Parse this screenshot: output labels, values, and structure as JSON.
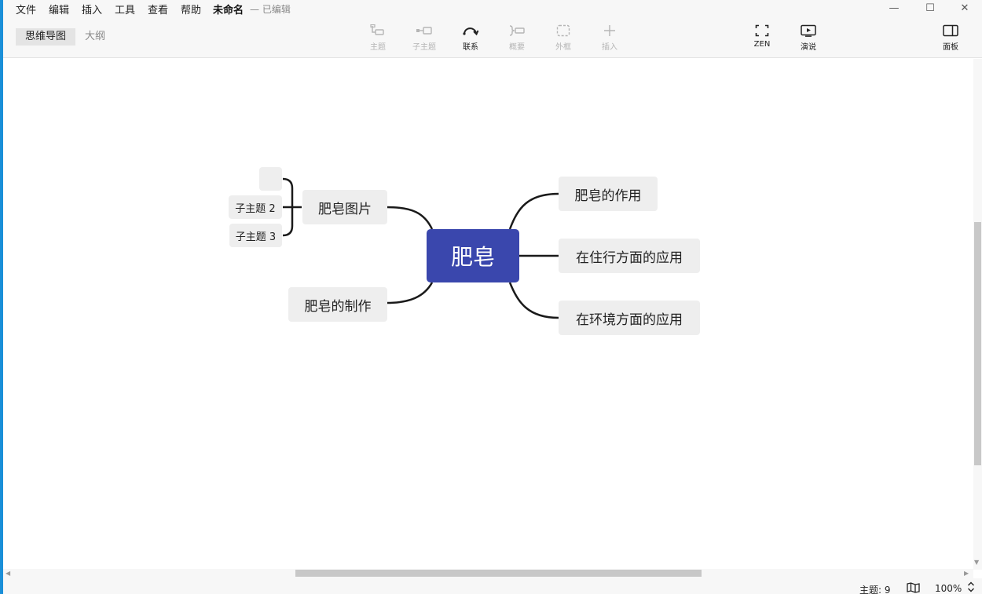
{
  "menu": {
    "items": [
      "文件",
      "编辑",
      "插入",
      "工具",
      "查看",
      "帮助"
    ],
    "doc_title": "未命名",
    "doc_status": "— 已编辑"
  },
  "window_controls": {
    "minimize": "—",
    "maximize": "☐",
    "close": "✕"
  },
  "view_tabs": {
    "mindmap": "思维导图",
    "outline": "大纲"
  },
  "toolbar": {
    "topic": "主题",
    "subtopic": "子主题",
    "relationship": "联系",
    "summary": "概要",
    "boundary": "外框",
    "insert": "插入",
    "zen": "ZEN",
    "present": "演说",
    "panel": "面板"
  },
  "mindmap": {
    "central": "肥皂",
    "right": [
      "肥皂的作用",
      "在住行方面的应用",
      "在环境方面的应用"
    ],
    "left": [
      "肥皂图片",
      "肥皂的制作"
    ],
    "sub": [
      "",
      "子主题 2",
      "子主题 3"
    ]
  },
  "status": {
    "topics": "主题: 9",
    "zoom": "100%"
  },
  "colors": {
    "central_bg": "#3a47ad",
    "node_bg": "#eeeeee",
    "accent": "#1a8fd8"
  }
}
